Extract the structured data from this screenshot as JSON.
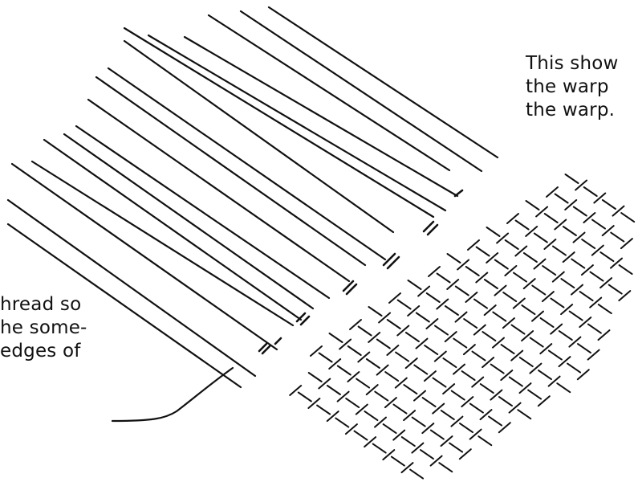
{
  "caption_right": {
    "lines": [
      "This  show",
      "the  warp",
      "the warp."
    ]
  },
  "caption_left": {
    "lines": [
      "hread so",
      "he some-",
      "edges of"
    ]
  },
  "colors": {
    "ink": "#111111",
    "paper": "#ffffff"
  }
}
